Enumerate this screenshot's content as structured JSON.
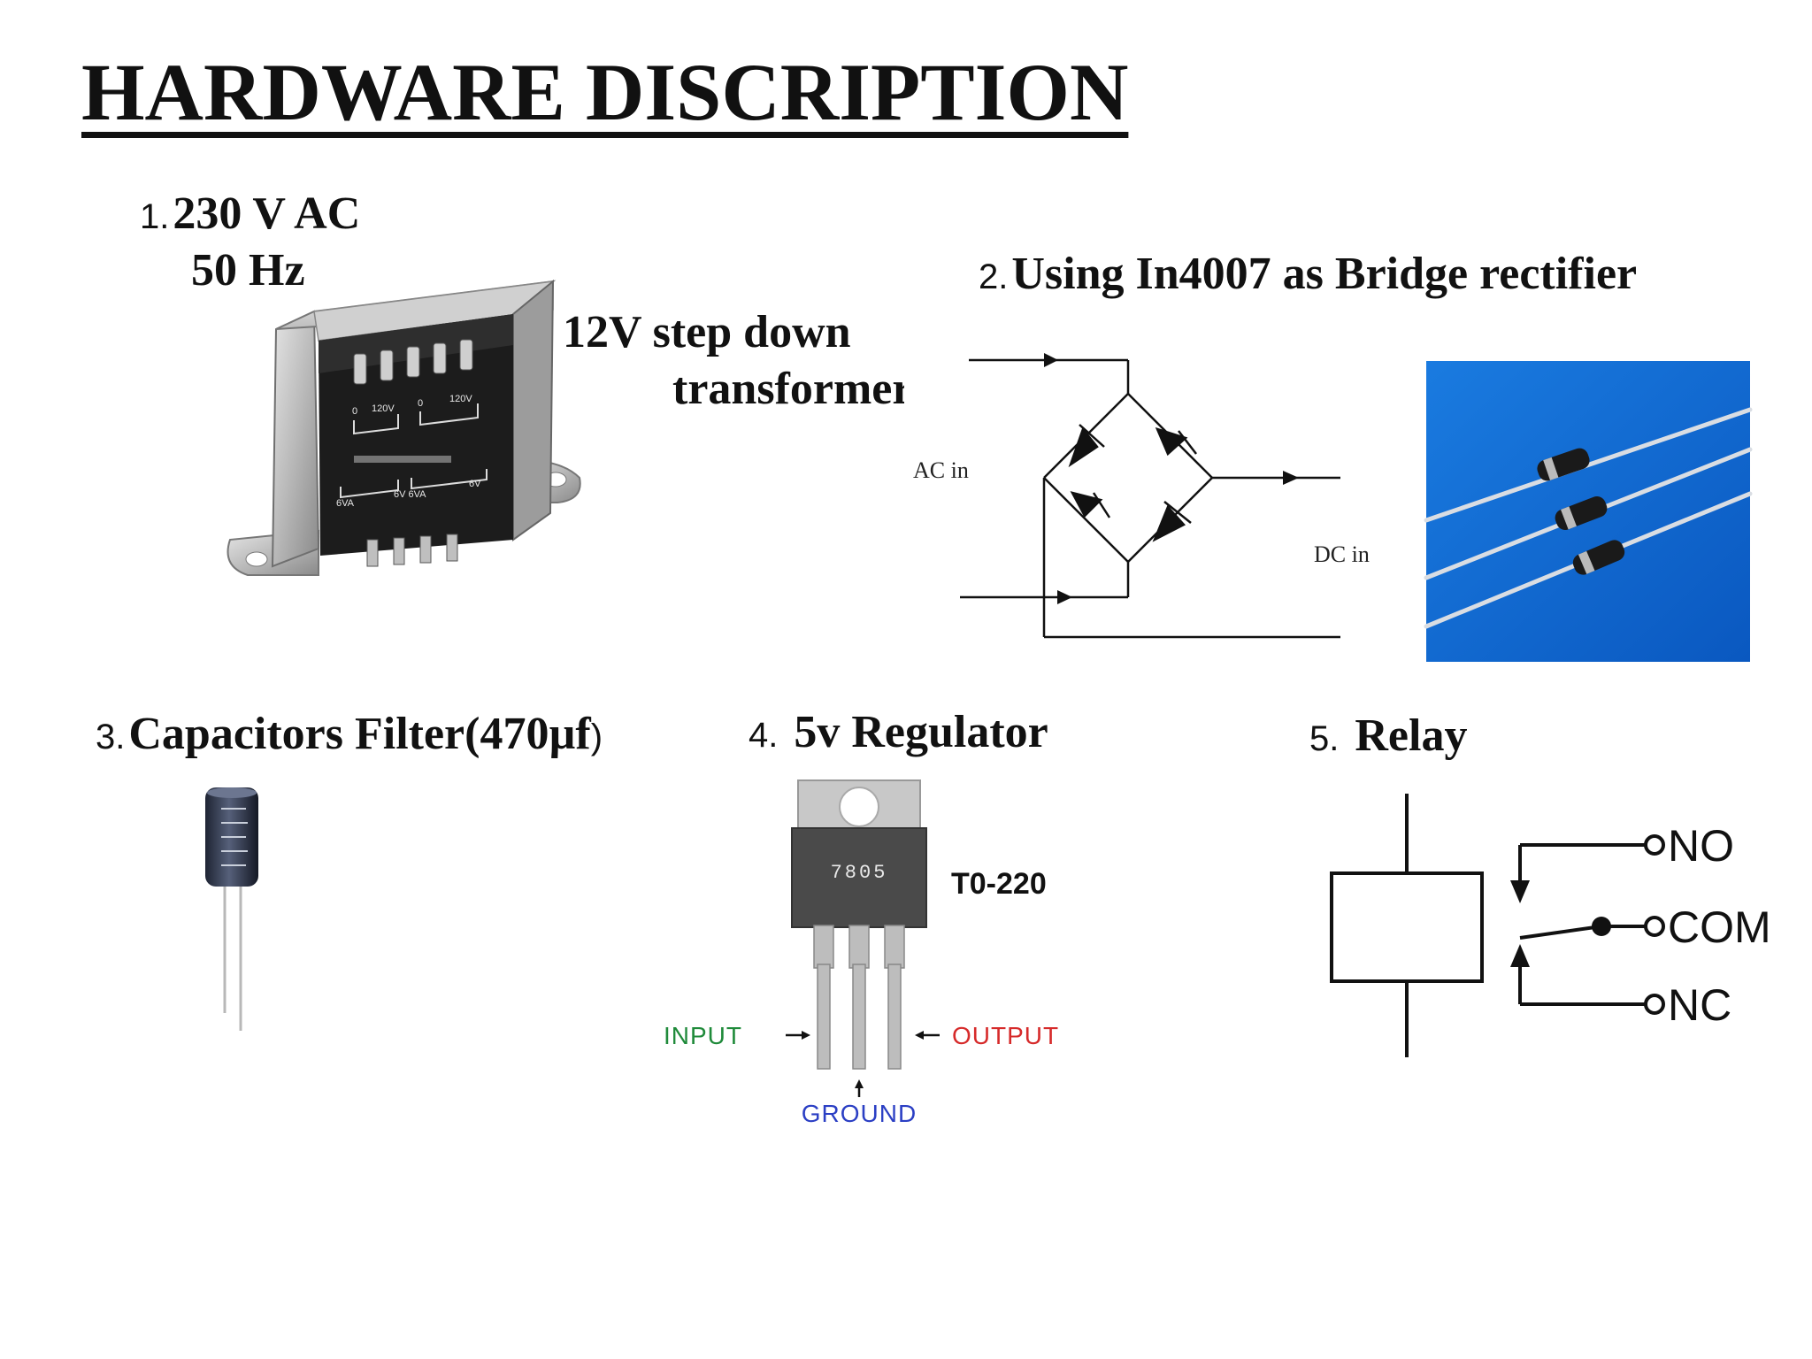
{
  "slide": {
    "title": "HARDWARE DISCRIPTION"
  },
  "item1": {
    "number": "1.",
    "line1": "230 V AC",
    "line2": "50 Hz",
    "caption1": "12V step down",
    "caption2": "transformer",
    "device_labels": [
      "0",
      "120V",
      "0",
      "120V",
      "6VA",
      "6V 6VA",
      "6V"
    ]
  },
  "item2": {
    "number": "2.",
    "title": "Using In4007 as Bridge rectifier",
    "ac_label": "AC in",
    "dc_label": "DC in"
  },
  "item3": {
    "number": "3.",
    "title": "Capacitors Filter(470µf",
    "title_close": ")"
  },
  "item4": {
    "number": "4.",
    "title": "5v Regulator",
    "chip_marking": "7805",
    "package": "T0-220",
    "input_label": "INPUT",
    "output_label": "OUTPUT",
    "ground_label": "GROUND",
    "colors": {
      "input": "#1f8a3a",
      "output": "#d62a2a",
      "ground": "#2b3fc4"
    }
  },
  "item5": {
    "number": "5.",
    "title": "Relay",
    "no_label": "NO",
    "com_label": "COM",
    "nc_label": "NC"
  }
}
